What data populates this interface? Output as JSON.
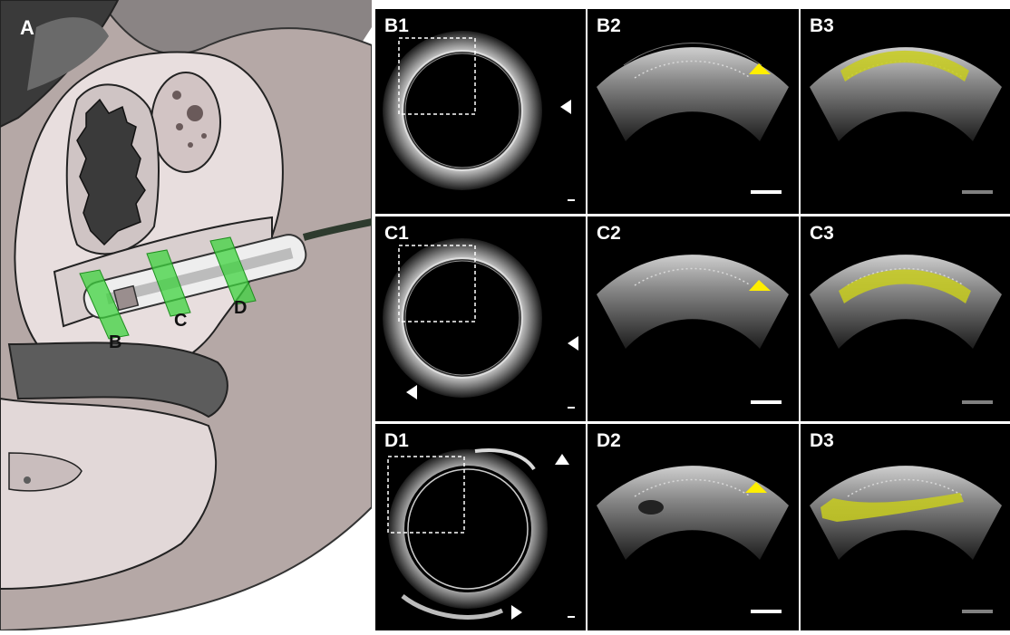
{
  "panel_a": {
    "label": "A",
    "region_labels": [
      "B",
      "C",
      "D"
    ],
    "colors": {
      "tissue": "#c9bcbc",
      "lumen": "#4a4a4a",
      "probe_highlight": "#3fd33f"
    }
  },
  "panels": {
    "B1": "B1",
    "B2": "B2",
    "B3": "B3",
    "C1": "C1",
    "C2": "C2",
    "C3": "C3",
    "D1": "D1",
    "D2": "D2",
    "D3": "D3"
  },
  "colors": {
    "background": "#000000",
    "marker_white": "#ffffff",
    "marker_yellow": "#ffee00",
    "segmentation": "#c8cc1e",
    "scale_bar_gray": "#808080"
  }
}
